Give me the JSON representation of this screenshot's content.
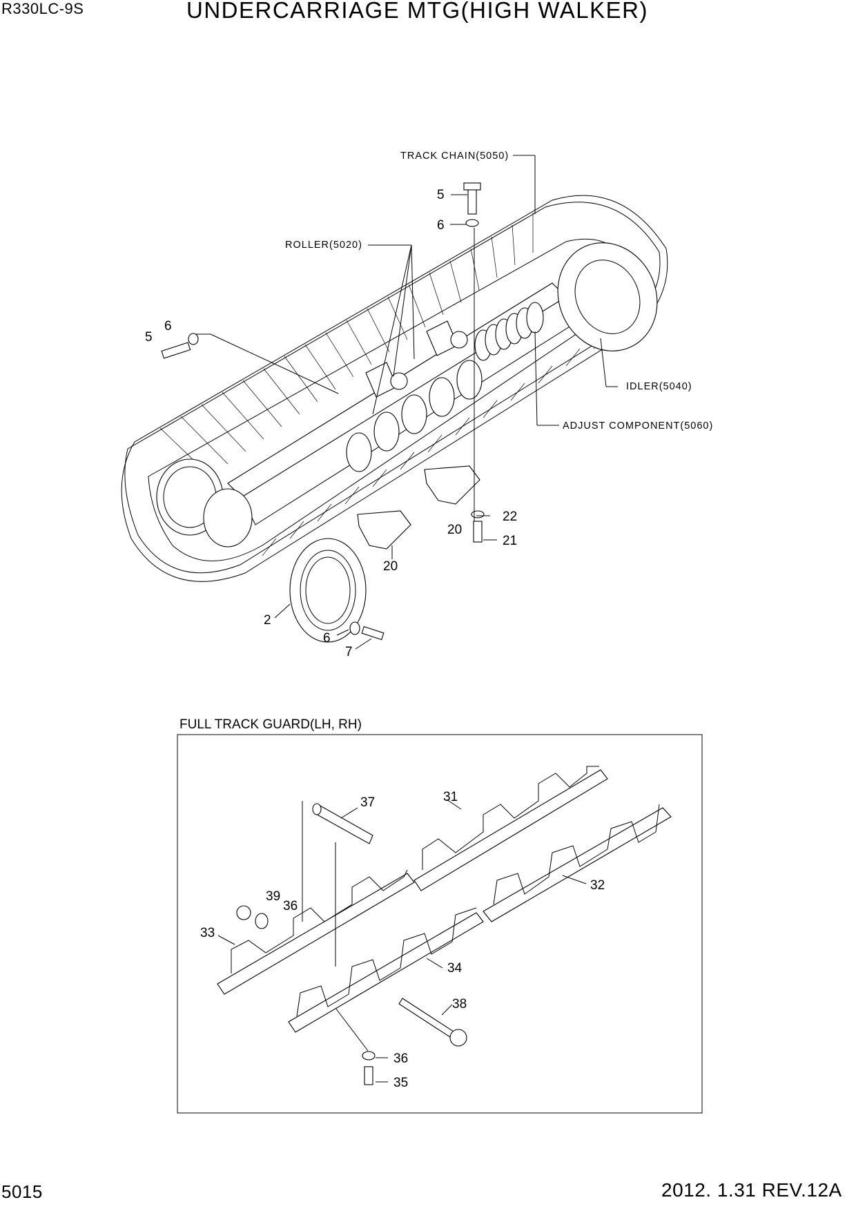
{
  "header": {
    "model": "R330LC-9S",
    "title": "UNDERCARRIAGE MTG(HIGH WALKER)"
  },
  "footer": {
    "page_number": "5015",
    "revision": "2012. 1.31  REV.12A"
  },
  "callouts": {
    "track_chain": "TRACK CHAIN(5050)",
    "roller": "ROLLER(5020)",
    "idler": "IDLER(5040)",
    "adjust_component": "ADJUST COMPONENT(5060)"
  },
  "parts_top": [
    "5",
    "6",
    "6",
    "5",
    "2",
    "6",
    "7",
    "20",
    "20",
    "22",
    "21"
  ],
  "guard": {
    "title": "FULL TRACK GUARD(LH, RH)",
    "parts": [
      "37",
      "31",
      "39",
      "36",
      "33",
      "32",
      "34",
      "38",
      "36",
      "35"
    ]
  }
}
